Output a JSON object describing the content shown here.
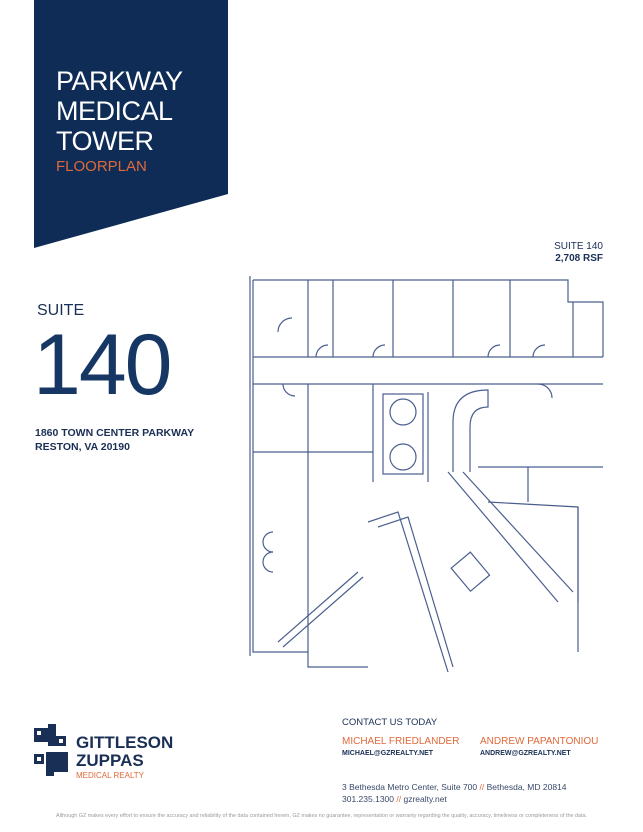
{
  "header": {
    "title_lines": [
      "PARKWAY",
      "MEDICAL",
      "TOWER"
    ],
    "subtitle": "FLOORPLAN"
  },
  "suite_tag": {
    "suite": "SUITE 140",
    "area": "2,708 RSF"
  },
  "suite": {
    "label": "SUITE",
    "number": "140"
  },
  "address": {
    "line1": "1860 TOWN CENTER PARKWAY",
    "line2": "RESTON, VA 20190"
  },
  "logo": {
    "line1": "GITTLESON",
    "line2": "ZUPPAS",
    "line3": "MEDICAL REALTY"
  },
  "contact": {
    "heading": "CONTACT US TODAY",
    "agents": [
      {
        "name": "MICHAEL FRIEDLANDER",
        "email": "MICHAEL@GZREALTY.NET"
      },
      {
        "name": "ANDREW PAPANTONIOU",
        "email": "ANDREW@GZREALTY.NET"
      }
    ],
    "office_street": "3 Bethesda Metro Center, Suite 700",
    "office_sep": "//",
    "office_city": "Bethesda, MD 20814",
    "phone": "301.235.1300",
    "website": "gzrealty.net"
  },
  "disclaimer": "Although GZ makes every effort to ensure the accuracy and reliability of the data contained herein, GZ makes no guarantee, representation or warranty regarding the quality, accuracy, timeliness or completeness of the data.",
  "colors": {
    "navy": "#0e2c56",
    "orange": "#e0693a",
    "plan_lines": "#4a5f8f"
  }
}
